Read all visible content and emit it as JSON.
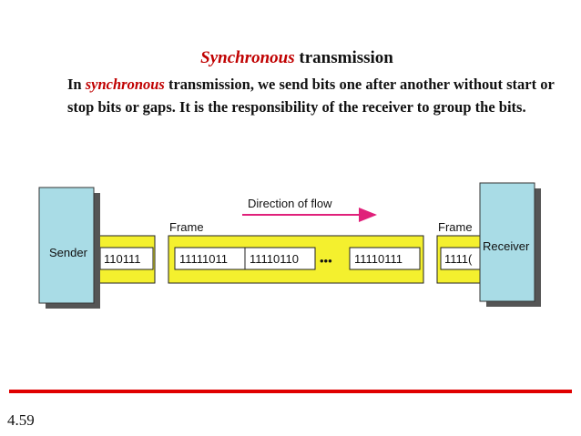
{
  "title": {
    "accent": "Synchronous",
    "rest": " transmission"
  },
  "paragraph": {
    "lead": "In ",
    "accent": "synchronous",
    "rest": " transmission, we send bits one after another without start or stop bits or gaps. It is the responsibility of the receiver to group the bits."
  },
  "diagram": {
    "sender": "Sender",
    "receiver": "Receiver",
    "direction": "Direction of flow",
    "frame_left": "Frame",
    "frame_right": "Frame",
    "left_partial": "110111",
    "bytes": [
      "11111011",
      "11110110",
      "11110111"
    ],
    "ellipsis": "•••",
    "right_partial": "1111(",
    "colors": {
      "box": "#a9dce6",
      "frame": "#f4f02e",
      "arrow": "#e0207a"
    }
  },
  "page_number": "4.59"
}
